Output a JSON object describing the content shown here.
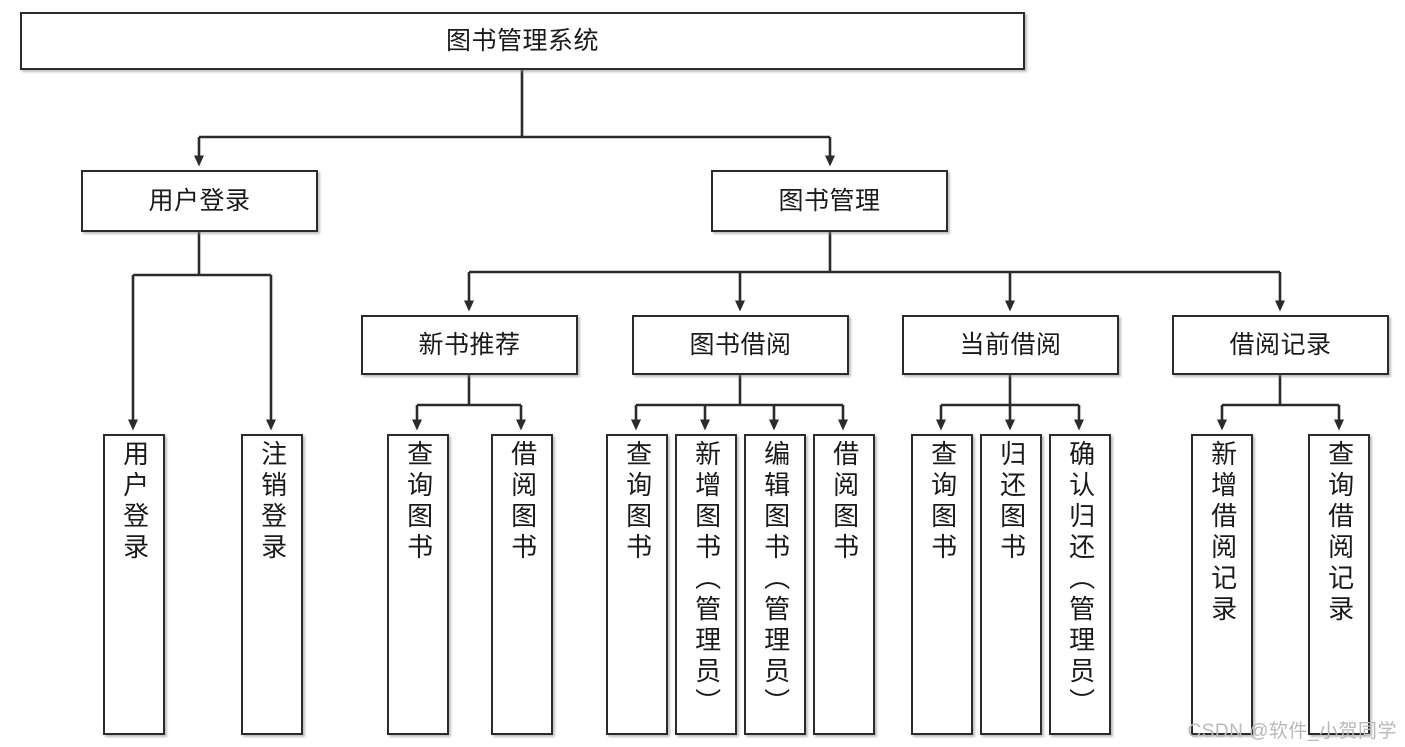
{
  "diagram": {
    "type": "tree-hierarchy",
    "title": "图书管理系统",
    "root": {
      "id": "root",
      "label": "图书管理系统",
      "orientation": "horizontal"
    },
    "level1": [
      {
        "id": "user-login",
        "label": "用户登录",
        "orientation": "horizontal"
      },
      {
        "id": "book-manage",
        "label": "图书管理",
        "orientation": "horizontal"
      }
    ],
    "level2": [
      {
        "id": "new-book-recommend",
        "label": "新书推荐",
        "orientation": "horizontal",
        "parent": "book-manage"
      },
      {
        "id": "book-borrow",
        "label": "图书借阅",
        "orientation": "horizontal",
        "parent": "book-manage"
      },
      {
        "id": "current-borrow",
        "label": "当前借阅",
        "orientation": "horizontal",
        "parent": "book-manage"
      },
      {
        "id": "borrow-record",
        "label": "借阅记录",
        "orientation": "horizontal",
        "parent": "book-manage"
      }
    ],
    "leaves": [
      {
        "id": "leaf-user-login",
        "label": "用户登录",
        "orientation": "vertical",
        "parent": "user-login"
      },
      {
        "id": "leaf-logout-login",
        "label": "注销登录",
        "orientation": "vertical",
        "parent": "user-login"
      },
      {
        "id": "leaf-query-book-1",
        "label": "查询图书",
        "orientation": "vertical",
        "parent": "new-book-recommend"
      },
      {
        "id": "leaf-borrow-book-1",
        "label": "借阅图书",
        "orientation": "vertical",
        "parent": "new-book-recommend"
      },
      {
        "id": "leaf-query-book-2",
        "label": "查询图书",
        "orientation": "vertical",
        "parent": "book-borrow"
      },
      {
        "id": "leaf-add-book-admin",
        "label": "新增图书（管理员）",
        "orientation": "vertical",
        "parent": "book-borrow"
      },
      {
        "id": "leaf-edit-book-admin",
        "label": "编辑图书（管理员）",
        "orientation": "vertical",
        "parent": "book-borrow"
      },
      {
        "id": "leaf-borrow-book-2",
        "label": "借阅图书",
        "orientation": "vertical",
        "parent": "book-borrow"
      },
      {
        "id": "leaf-query-book-3",
        "label": "查询图书",
        "orientation": "vertical",
        "parent": "current-borrow"
      },
      {
        "id": "leaf-return-book",
        "label": "归还图书",
        "orientation": "vertical",
        "parent": "current-borrow"
      },
      {
        "id": "leaf-confirm-return-admin",
        "label": "确认归还（管理员）",
        "orientation": "vertical",
        "parent": "current-borrow"
      },
      {
        "id": "leaf-add-borrow-record",
        "label": "新增借阅记录",
        "orientation": "vertical",
        "parent": "borrow-record"
      },
      {
        "id": "leaf-query-borrow-record",
        "label": "查询借阅记录",
        "orientation": "vertical",
        "parent": "borrow-record"
      }
    ],
    "colors": {
      "border": "#2b2b2b",
      "connector": "#2b2b2b",
      "background": "#ffffff",
      "text": "#1a1a1a",
      "watermark": "#b9b9b9"
    }
  },
  "watermark": {
    "text": "CSDN @软件_小贺同学"
  }
}
